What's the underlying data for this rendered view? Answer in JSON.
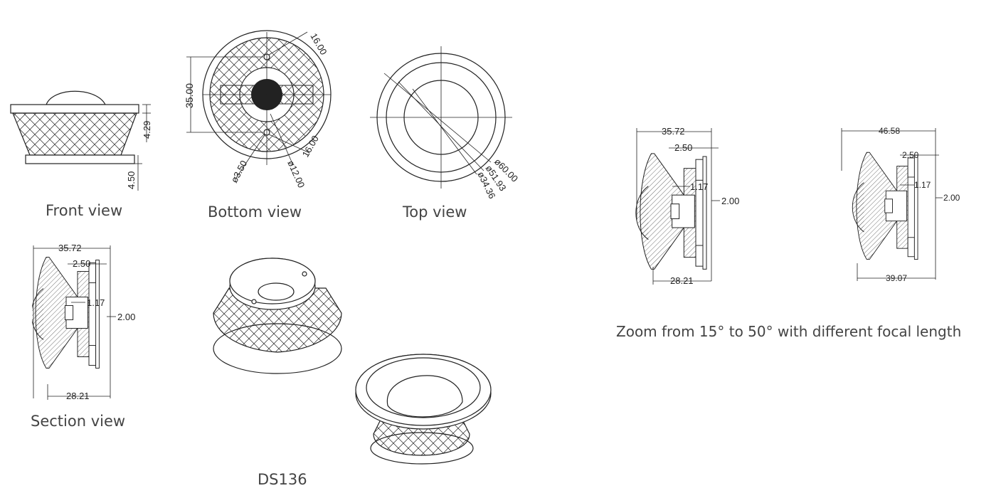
{
  "captions": {
    "front": "Front view",
    "bottom": "Bottom view",
    "top": "Top view",
    "section": "Section view",
    "model": "DS136",
    "zoom": "Zoom from 15°  to  50°   with different focal length"
  },
  "front_dims": {
    "h1": "4.29",
    "h2": "4.50"
  },
  "bottom_dims": {
    "height": "35.00",
    "offset_top": "16.00",
    "offset_bottom": "16.00",
    "hole": "ø3.50",
    "center": "ø12.00"
  },
  "top_dims": {
    "d1": "ø60.00",
    "d2": "ø51.93",
    "d3": "ø34.36"
  },
  "section_dims": {
    "width_top": "35.72",
    "step": "2.50",
    "inner": "1.17",
    "gap": "2.00",
    "width_bottom": "28.21"
  },
  "zoom_a_dims": {
    "width_top": "35.72",
    "step": "2.50",
    "inner": "1.17",
    "gap": "2.00",
    "width_bottom": "28.21"
  },
  "zoom_b_dims": {
    "width_top": "46.58",
    "step": "2.50",
    "inner": "1.17",
    "gap": "2.00",
    "width_bottom": "39.07"
  }
}
